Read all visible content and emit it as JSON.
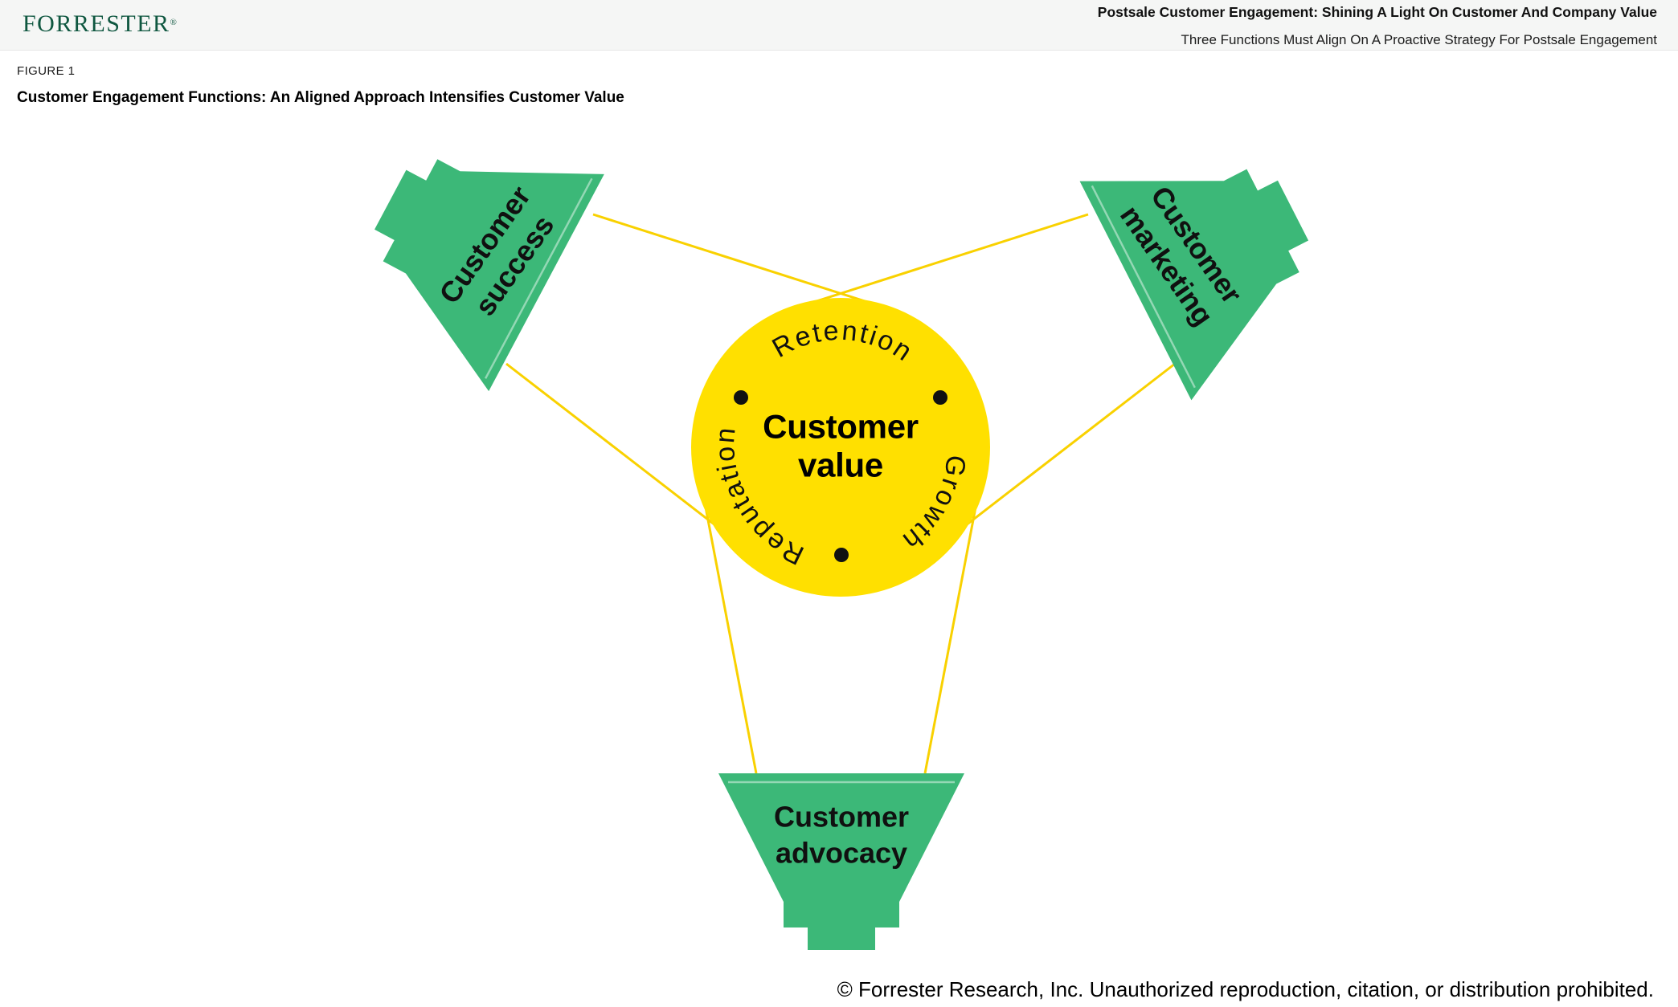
{
  "header": {
    "logo": "Forrester",
    "logo_text": "FORRESTER",
    "logo_registered": "®",
    "report_title": "Postsale Customer Engagement: Shining A Light On Customer And Company Value",
    "report_subtitle": "Three Functions Must Align On A Proactive Strategy For Postsale Engagement"
  },
  "figure": {
    "label": "FIGURE 1",
    "title": "Customer Engagement Functions: An Aligned Approach Intensifies Customer Value"
  },
  "diagram": {
    "center_circle": {
      "line1": "Customer",
      "line2": "value"
    },
    "arc_labels": {
      "top": "Retention",
      "right": "Growth",
      "left": "Reputation"
    },
    "functions": [
      {
        "id": "customer-success",
        "line1": "Customer",
        "line2": "success"
      },
      {
        "id": "customer-marketing",
        "line1": "Customer",
        "line2": "marketing"
      },
      {
        "id": "customer-advocacy",
        "line1": "Customer",
        "line2": "advocacy"
      }
    ],
    "colors": {
      "flashlight_green": "#3cb878",
      "circle_yellow": "#ffe000",
      "beam_yellow": "#f9d100",
      "logo_green": "#0f5740",
      "lens_highlight": "rgba(255,255,255,0.45)"
    }
  },
  "footer": {
    "copyright": "© Forrester Research, Inc. Unauthorized reproduction, citation, or distribution prohibited."
  }
}
